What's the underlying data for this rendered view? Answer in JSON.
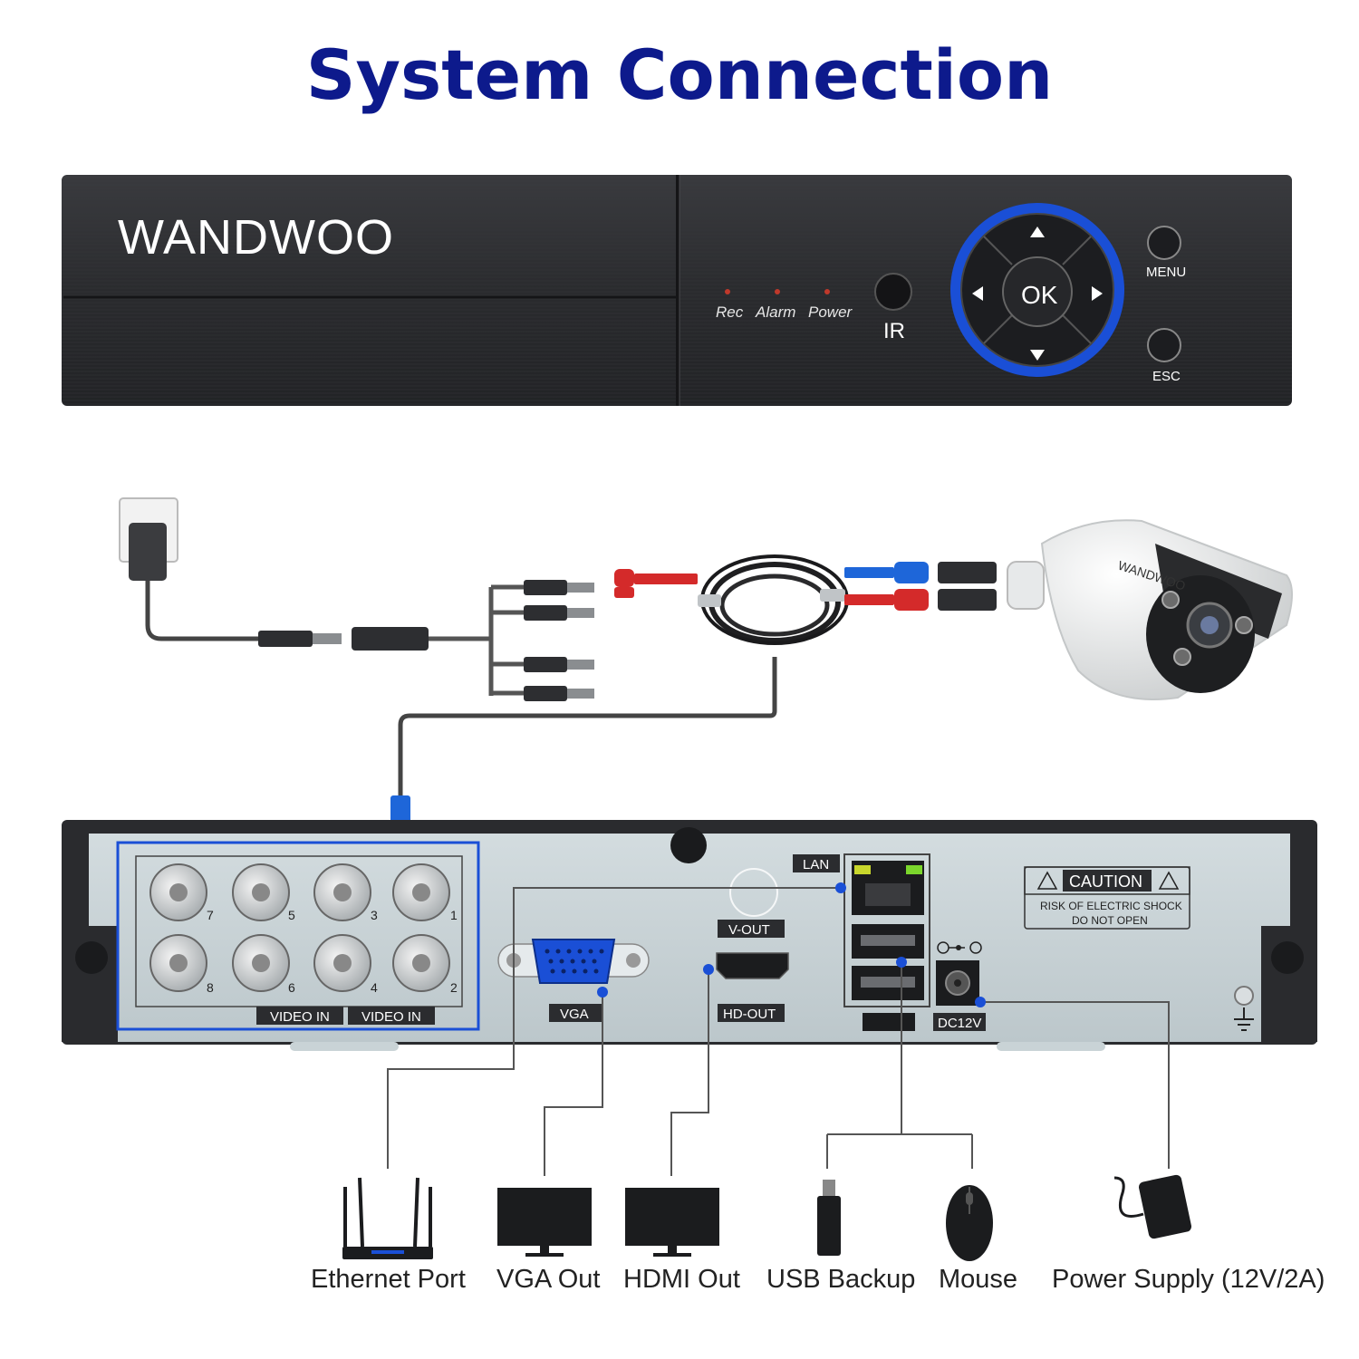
{
  "title": "System Connection",
  "dvr_front": {
    "brand": "WANDWOO",
    "indicators": [
      "Rec",
      "Alarm",
      "Power"
    ],
    "ir_label": "IR",
    "ok_label": "OK",
    "menu_label": "MENU",
    "esc_label": "ESC"
  },
  "camera": {
    "brand": "WANDWOO"
  },
  "dvr_rear": {
    "bnc_numbers": [
      "7",
      "5",
      "3",
      "1",
      "8",
      "6",
      "4",
      "2"
    ],
    "video_in_label_1": "VIDEO IN",
    "video_in_label_2": "VIDEO IN",
    "lan_label": "LAN",
    "vout_label": "V-OUT",
    "vga_label": "VGA",
    "hdout_label": "HD-OUT",
    "dc_label": "DC12V",
    "caution_title": "CAUTION",
    "caution_line1": "RISK OF ELECTRIC SHOCK",
    "caution_line2": "DO NOT OPEN"
  },
  "devices": [
    {
      "label": "Ethernet Port",
      "icon": "router-icon"
    },
    {
      "label": "VGA Out",
      "icon": "monitor-icon"
    },
    {
      "label": "HDMI Out",
      "icon": "monitor-icon"
    },
    {
      "label": "USB Backup",
      "icon": "usb-drive-icon"
    },
    {
      "label": "Mouse",
      "icon": "mouse-icon"
    },
    {
      "label": "Power Supply (12V/2A)",
      "icon": "power-adapter-icon"
    }
  ],
  "colors": {
    "title": "#0d1a8c",
    "dvr_body": "#2b2c2f",
    "rear_panel": "#c9d3d6",
    "accent_blue": "#1a4fd6",
    "connector_red": "#d42a2a",
    "connector_blue": "#1e66d9"
  }
}
